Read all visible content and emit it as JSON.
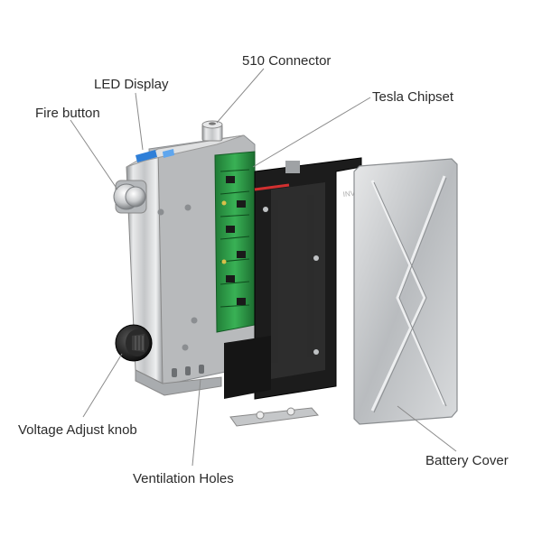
{
  "diagram": {
    "labels": {
      "connector_510": "510 Connector",
      "led_display": "LED Display",
      "tesla_chipset": "Tesla Chipset",
      "fire_button": "Fire button",
      "voltage_knob": "Voltage Adjust knob",
      "ventilation_holes": "Ventilation Holes",
      "battery_cover": "Battery Cover"
    },
    "engraving": {
      "brand": "INVADER"
    },
    "colors": {
      "leader_line": "#7a7a7a",
      "steel": "#c9cbcd",
      "frame": "#1c1c1c",
      "pcb": "#2e9a46",
      "led": "#2f7fd8"
    }
  }
}
